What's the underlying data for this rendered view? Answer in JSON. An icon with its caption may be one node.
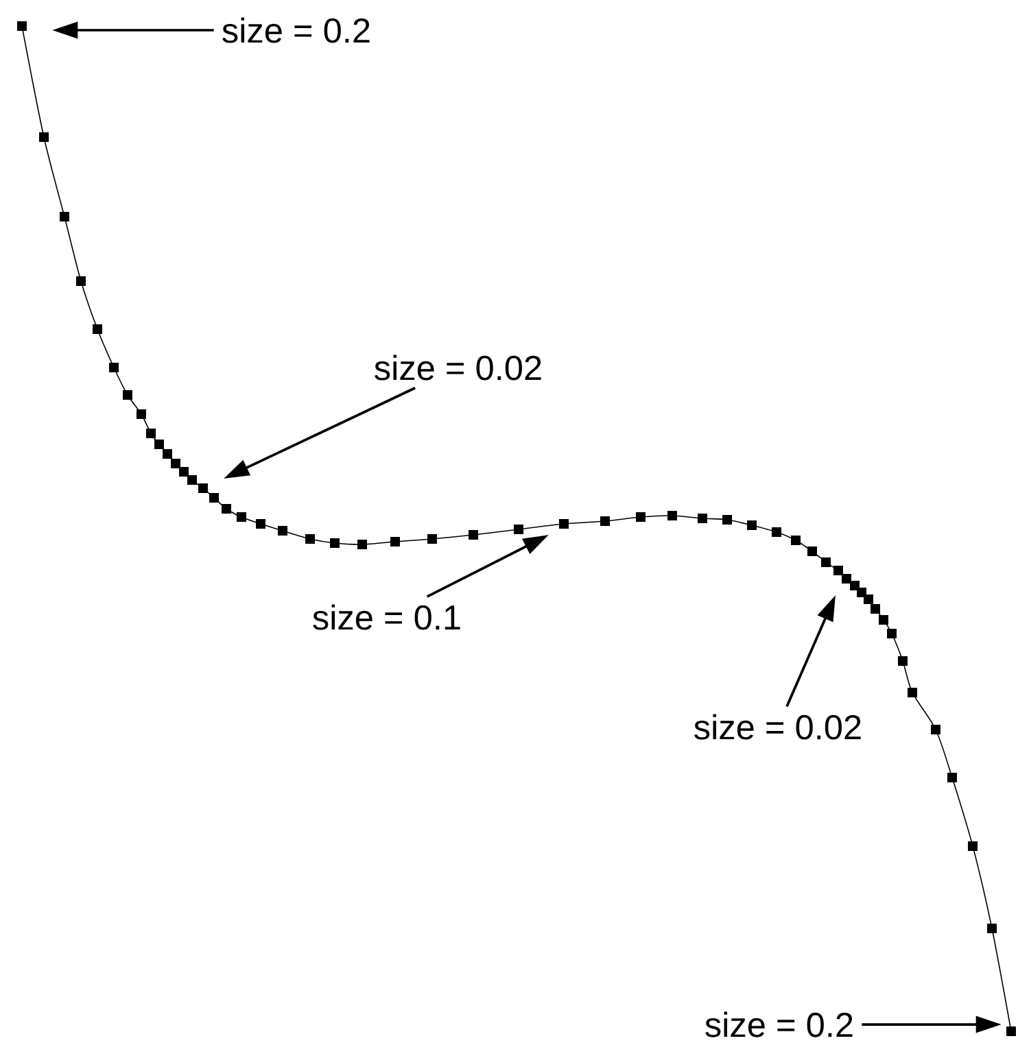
{
  "diagram": {
    "nodes": [
      {
        "text": [
          "size = 0.2"
        ]
      },
      {
        "text": [
          "size = 0.02"
        ]
      },
      {
        "text": [
          "size = 0.1"
        ]
      },
      {
        "text": [
          "size = 0.02"
        ]
      },
      {
        "text": [
          "size = 0.2"
        ]
      }
    ],
    "edges": [
      {
        "from": 0,
        "to": null,
        "arrow": "to"
      },
      {
        "from": 1,
        "to": null,
        "arrow": "to"
      },
      {
        "from": 2,
        "to": null,
        "arrow": "to"
      },
      {
        "from": 3,
        "to": null,
        "arrow": "to"
      },
      {
        "from": 4,
        "to": null,
        "arrow": "to"
      }
    ]
  }
}
